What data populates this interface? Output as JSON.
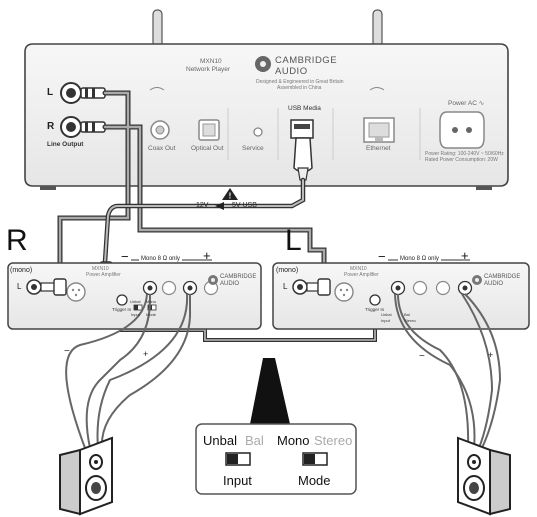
{
  "player": {
    "model": "MXN10",
    "subtitle": "Network Player",
    "brand_line1": "CAMBRIDGE",
    "brand_line2": "AUDIO",
    "origin_line1": "Designed & Engineered in Great Britain",
    "origin_line2": "Assembled in China",
    "left_channel": "L",
    "right_channel": "R",
    "line_output": "Line Output",
    "coax_out": "Coax Out",
    "optical_out": "Optical Out",
    "service": "Service",
    "usb_media": "USB Media",
    "ethernet": "Ethernet",
    "power": "Power AC ∿",
    "power_rating": "Power Rating: 100-240V ~ 50/60Hz",
    "rated_power": "Rated Power Consumption: 20W"
  },
  "cable": {
    "label_12v": "12V",
    "label_5v_usb": "5V USB"
  },
  "amp_right": {
    "channel": "R",
    "mono_label": "(mono)",
    "input_label": "L",
    "model": "MXN10",
    "power_amp": "Power Amplifier",
    "minus": "−",
    "plus": "+",
    "mono_only": "Mono 8 Ω only",
    "brand_line1": "CAMBRIDGE",
    "brand_line2": "AUDIO",
    "trigger_in": "Trigger In",
    "unbal": "Unbal",
    "bal": "Bal",
    "mono": "Mono",
    "stereo": "Stereo",
    "input": "Input",
    "mode": "Mode"
  },
  "amp_left": {
    "channel": "L",
    "mono_label": "(mono)",
    "input_label": "L",
    "model": "MXN10",
    "power_amp": "Power Amplifier",
    "minus": "−",
    "plus": "+",
    "mono_only": "Mono 8 Ω only",
    "brand_line1": "CAMBRIDGE",
    "brand_line2": "AUDIO",
    "trigger_in": "Trigger In",
    "unbal": "Unbal",
    "bal": "Bal",
    "mono": "Mono",
    "stereo": "Stereo",
    "input": "Input",
    "mode": "Mode"
  },
  "speaker_wires": {
    "left_minus": "−",
    "left_plus": "+",
    "right_minus": "−",
    "right_plus": "+"
  },
  "callout": {
    "unbal": "Unbal",
    "bal": "Bal",
    "mono": "Mono",
    "stereo": "Stereo",
    "input": "Input",
    "mode": "Mode"
  }
}
